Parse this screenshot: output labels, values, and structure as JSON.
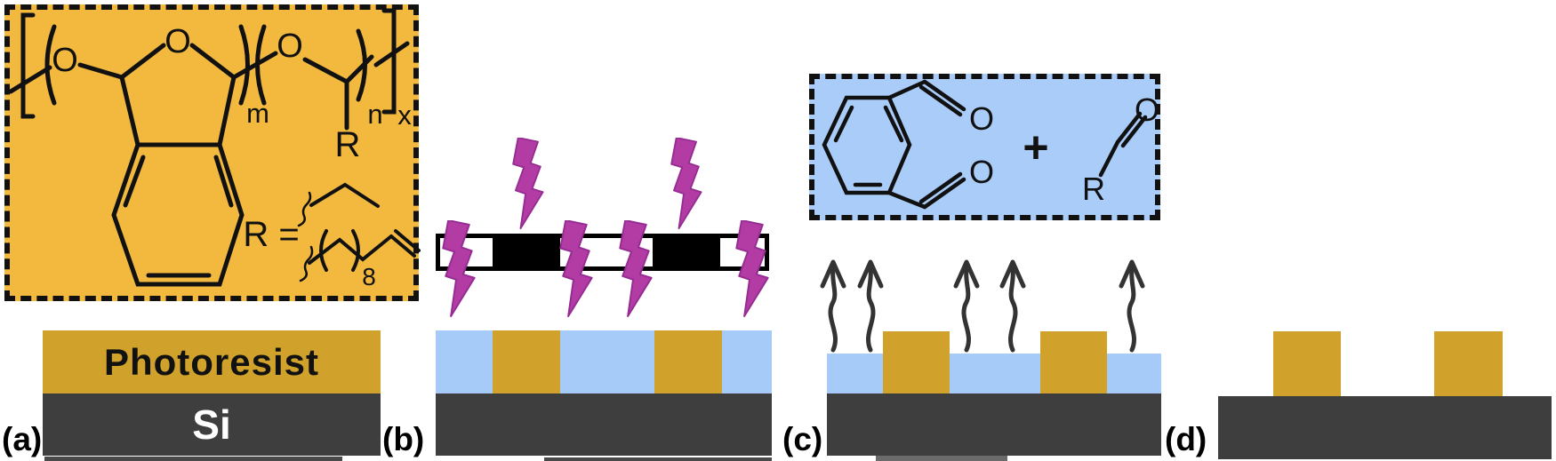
{
  "figure": {
    "panels": {
      "a": {
        "label": "(a)",
        "photoresist_label": "Photoresist",
        "silicon_label": "Si",
        "polymer": {
          "o_left": "O",
          "o_ring": "O",
          "o_right": "O",
          "sub_m": "m",
          "sub_n": "n",
          "sub_x": "x",
          "r_pendant": "R",
          "r_definition": "R =",
          "sub_8": "8"
        }
      },
      "b": {
        "label": "(b)"
      },
      "c": {
        "label": "(c)",
        "products": {
          "o_top": "O",
          "o_bottom": "O",
          "plus": "+",
          "r": "R",
          "o_r": "O"
        }
      },
      "d": {
        "label": "(d)"
      }
    },
    "colors": {
      "polymer_box_fill": "#F3B93E",
      "resist_gold": "#D0A22B",
      "silicon_gray": "#3E3E3E",
      "exposed_blue": "#A6CBF8",
      "product_box_fill": "#A9CCF8",
      "uv_bolt_magenta": "#B23CA4",
      "line_black": "#111111",
      "arrow_gray": "#333333"
    },
    "icons": {
      "uv_light": "lightning-bolt-icon",
      "evaporation": "wavy-arrow-icon"
    }
  }
}
